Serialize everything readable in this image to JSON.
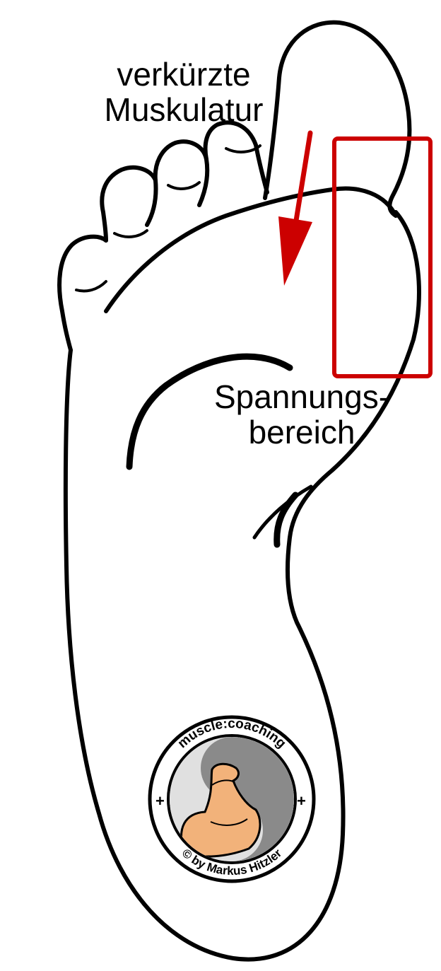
{
  "labels": {
    "shortened_muscles": [
      "verkürzte",
      "Muskulatur"
    ],
    "tension_area": [
      "Spannungs-",
      "bereich"
    ]
  },
  "logo": {
    "ring_text": "muscle:coaching",
    "ring_text_bottom": "© by Markus Hitzler"
  },
  "colors": {
    "outline": "#000000",
    "highlight": "#cc0000",
    "logo_skin": "#f2b27a",
    "logo_gray": "#8a8a8a",
    "logo_light": "#e0e0e0"
  },
  "icons": [
    "foot-sole-outline",
    "down-arrow",
    "highlight-box",
    "biceps-logo"
  ]
}
